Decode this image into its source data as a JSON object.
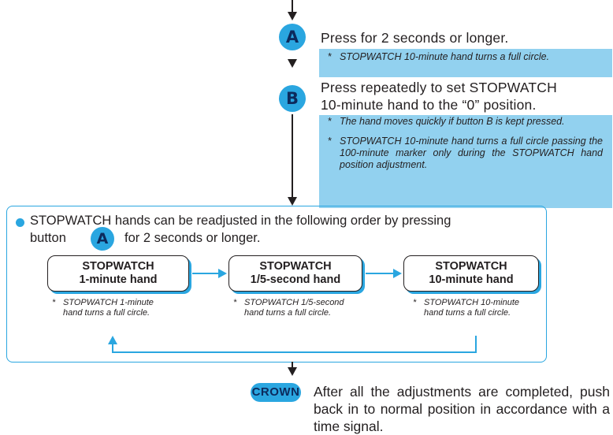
{
  "step_a": {
    "button": "A",
    "instruction": "Press for 2 seconds or longer.",
    "note": "STOPWATCH 10-minute hand turns a full circle."
  },
  "step_b": {
    "button": "B",
    "instruction_line1": "Press repeatedly to set STOPWATCH",
    "instruction_line2": "10-minute hand to the “0” position.",
    "notes": [
      "The hand moves quickly if button B is kept pressed.",
      "STOPWATCH 10-minute hand turns a full circle passing the 100-minute marker only during the STOPWATCH hand position adjustment."
    ]
  },
  "readjust": {
    "line1": "STOPWATCH hands can be readjusted in the following order by pressing",
    "line2_before": "button",
    "button": "A",
    "line2_after": "for 2 seconds or longer.",
    "hands": [
      {
        "title": "STOPWATCH",
        "subtitle": "1-minute hand",
        "note": "STOPWATCH 1-minute hand turns a full circle."
      },
      {
        "title": "STOPWATCH",
        "subtitle": "1/5-second hand",
        "note": "STOPWATCH 1/5-second hand turns a full circle."
      },
      {
        "title": "STOPWATCH",
        "subtitle": "10-minute hand",
        "note": "STOPWATCH 10-minute hand turns a full circle."
      }
    ]
  },
  "crown": {
    "label": "CROWN",
    "instruction": "After all the adjustments are completed, push back in to normal position in accordance with a time signal."
  },
  "star": "*"
}
